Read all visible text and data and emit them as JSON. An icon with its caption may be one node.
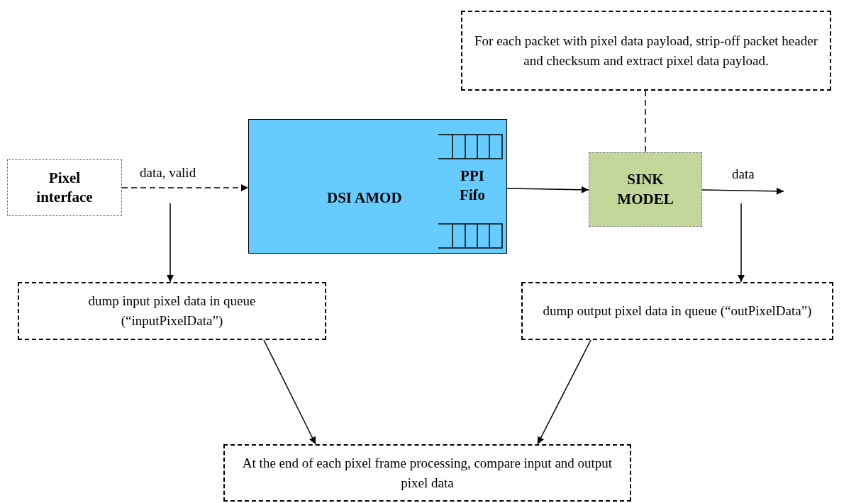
{
  "diagram": {
    "nodes": [
      {
        "text": [
          "Pixel interface"
        ]
      },
      {
        "text": [
          "DSI AMOD",
          "PPI Fifo"
        ]
      },
      {
        "text": [
          "SINK MODEL"
        ]
      },
      {
        "text": [
          "For each packet with pixel data payload, strip-off packet header and checksum and extract pixel data payload."
        ]
      },
      {
        "text": [
          "dump input pixel data in queue (“inputPixelData”)"
        ]
      },
      {
        "text": [
          "dump output pixel data in queue (“outPixelData”)"
        ]
      },
      {
        "text": [
          "At the end of each pixel frame processing, compare input and output pixel data"
        ]
      }
    ],
    "edges": [
      {
        "from": 0,
        "to": 1,
        "arrow": "to",
        "label": "data, valid",
        "style": "dashed"
      },
      {
        "from": 1,
        "to": 2,
        "arrow": "to"
      },
      {
        "from": 2,
        "to": null,
        "arrow": "to",
        "label": "data"
      },
      {
        "from": 3,
        "to": 2,
        "arrow": "none",
        "style": "dashed"
      },
      {
        "from": null,
        "to": 4,
        "arrow": "to"
      },
      {
        "from": null,
        "to": 5,
        "arrow": "to"
      },
      {
        "from": 4,
        "to": 6,
        "arrow": "to"
      },
      {
        "from": 5,
        "to": 6,
        "arrow": "to"
      }
    ]
  }
}
